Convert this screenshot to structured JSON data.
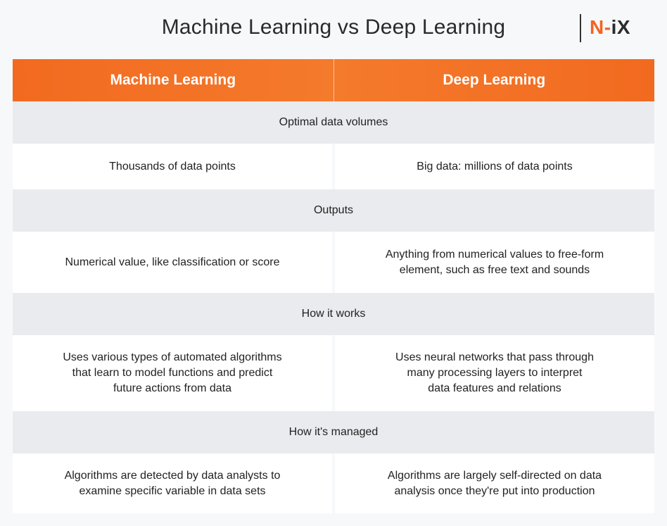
{
  "header": {
    "title": "Machine Learning vs Deep Learning",
    "logo": {
      "n": "N",
      "dash": "-",
      "ix": "iX",
      "accent_color": "#f26522"
    }
  },
  "table": {
    "columns": [
      "Machine Learning",
      "Deep Learning"
    ],
    "sections": [
      {
        "title": "Optimal data volumes",
        "ml": "Thousands of data points",
        "dl": "Big data: millions of data points"
      },
      {
        "title": "Outputs",
        "ml": "Numerical value, like classification or score",
        "dl": "Anything from numerical values to free-form\nelement, such as free text and sounds"
      },
      {
        "title": "How it works",
        "ml": "Uses various types of automated algorithms\nthat learn to model functions and predict\nfuture actions from data",
        "dl": "Uses neural networks that pass through\nmany processing layers to interpret\ndata features and relations"
      },
      {
        "title": "How it's managed",
        "ml": "Algorithms are detected by data analysts to\nexamine specific variable in data sets",
        "dl": "Algorithms are largely self-directed on data\nanalysis once they're put into production"
      }
    ]
  }
}
